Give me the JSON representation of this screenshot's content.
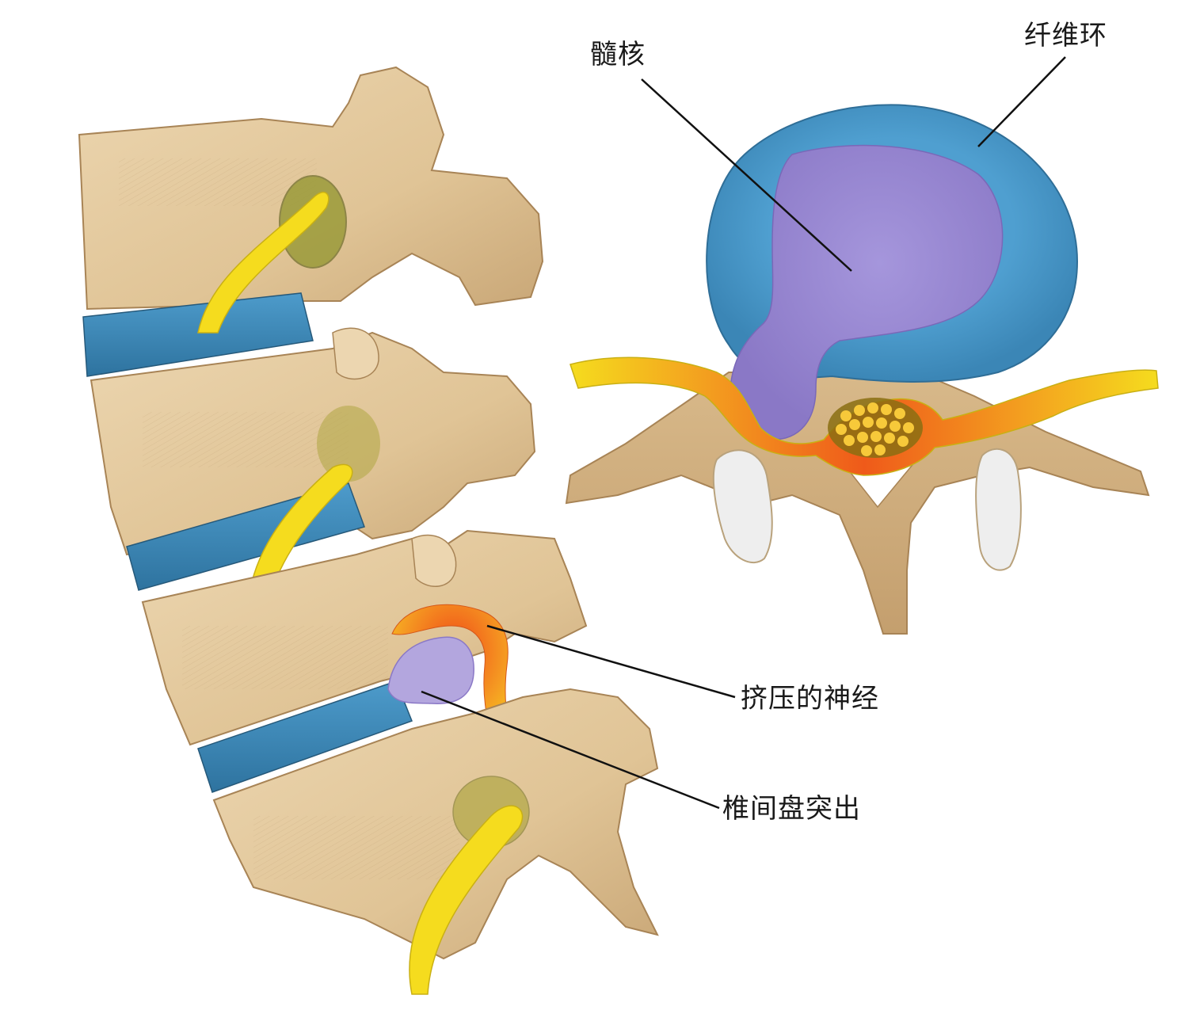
{
  "diagram": {
    "subject": "Lumbar disc herniation",
    "views": [
      "lateral-spine-view",
      "axial-cross-section-view"
    ]
  },
  "labels": {
    "nucleus_pulposus": "髓核",
    "annulus_fibrosus": "纤维环",
    "compressed_nerve": "挤压的神经",
    "disc_herniation": "椎间盘突出"
  },
  "colors": {
    "bone": "#e3c9a0",
    "bone_shadow": "#c9a777",
    "bone_outline": "#a88456",
    "disc": "#3f8fc0",
    "disc_dark": "#2d6f9a",
    "nucleus": "#9a8ad0",
    "nucleus_light": "#b3a6de",
    "nerve": "#f5dc1e",
    "nerve_inflamed": "#f06a1a",
    "nerve_inflamed_mid": "#f39a1f",
    "foramen": "#9b9b3a",
    "facet_cartilage": "#eeeeee",
    "leader_line": "#111111",
    "background": "#ffffff"
  }
}
